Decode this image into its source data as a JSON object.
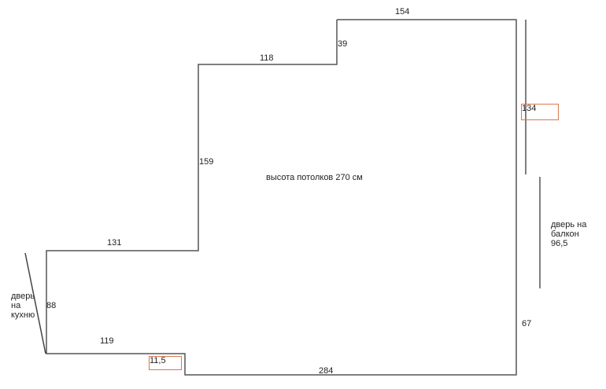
{
  "ceiling_height": "высота потолков 270 см",
  "dimensions": {
    "top_right": "154",
    "step_vertical": "39",
    "mid_top": "118",
    "left_vertical_upper": "159",
    "left_horizontal": "131",
    "left_wall": "88",
    "bottom_left": "119",
    "step_bottom": "11,5",
    "bottom": "284",
    "right_wall_upper": "134",
    "right_wall_lower": "67"
  },
  "labels": {
    "kitchen_door": [
      "дверь",
      "на",
      "кухню"
    ],
    "balcony_door": [
      "дверь на",
      "балкон",
      "96,5"
    ]
  },
  "colors": {
    "wall": "#555555",
    "highlight": "#d9784f"
  }
}
